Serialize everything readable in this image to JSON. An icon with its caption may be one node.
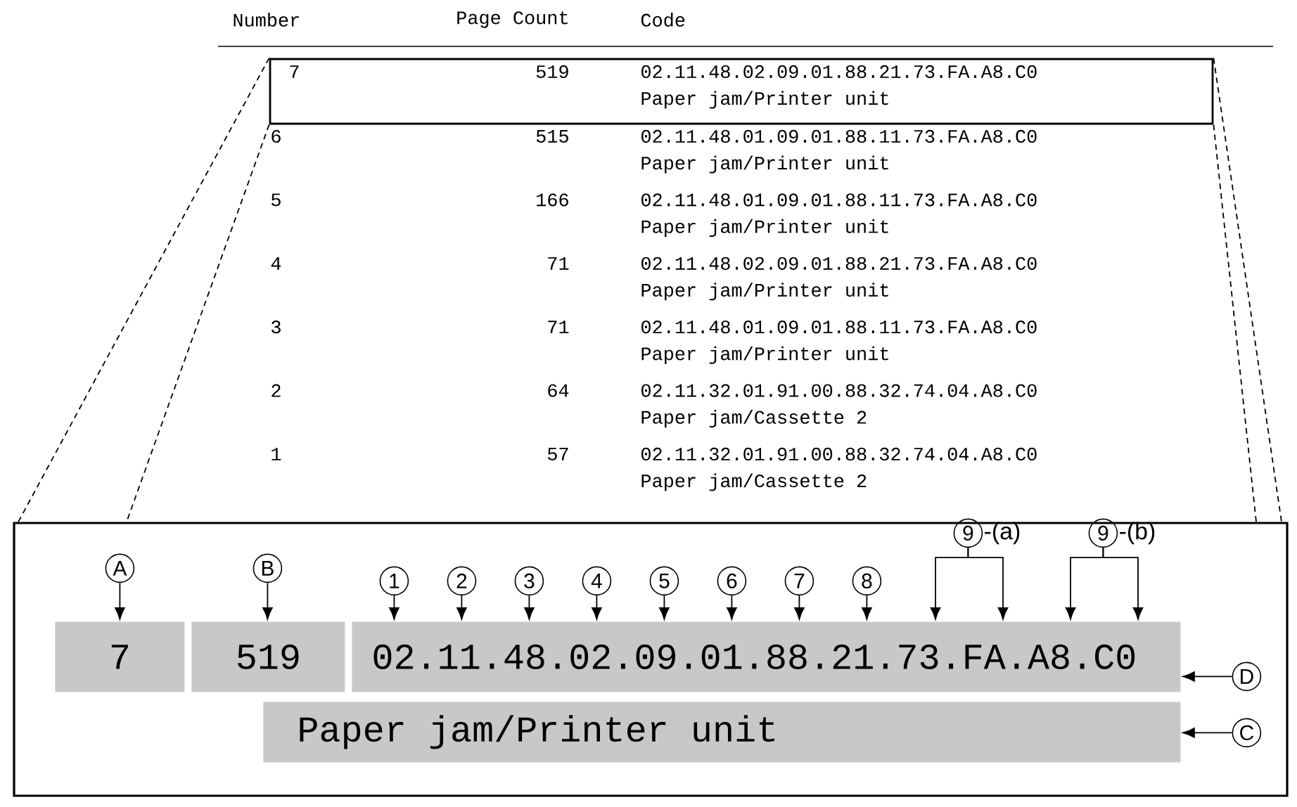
{
  "diagram": {
    "nodes": [
      {
        "text": [
          "7",
          "519",
          "02.11.48.02.09.01.88.21.73.FA.A8.C0",
          "Paper jam/Printer unit"
        ]
      },
      {
        "text": [],
        "shape": "box"
      },
      {
        "text": [
          "7"
        ],
        "in": 1
      },
      {
        "text": [
          "519"
        ],
        "in": 1
      },
      {
        "text": [
          "02.11.48.02.09.01.88.21.73.FA.A8.C0"
        ],
        "in": 1
      },
      {
        "text": [
          "Paper jam/Printer unit"
        ],
        "in": 1
      },
      {
        "text": [
          "A"
        ],
        "in": 1
      },
      {
        "text": [
          "B"
        ],
        "in": 1
      },
      {
        "text": [
          "1"
        ],
        "in": 1
      },
      {
        "text": [
          "2"
        ],
        "in": 1
      },
      {
        "text": [
          "3"
        ],
        "in": 1
      },
      {
        "text": [
          "4"
        ],
        "in": 1
      },
      {
        "text": [
          "5"
        ],
        "in": 1
      },
      {
        "text": [
          "6"
        ],
        "in": 1
      },
      {
        "text": [
          "7"
        ],
        "in": 1
      },
      {
        "text": [
          "8"
        ],
        "in": 1
      },
      {
        "text": [
          "9"
        ],
        "beside": [
          "-(a)"
        ],
        "in": 1
      },
      {
        "text": [
          "9"
        ],
        "beside": [
          "-(b)"
        ],
        "in": 1
      },
      {
        "text": [
          "D"
        ],
        "in": 1
      },
      {
        "text": [
          "C"
        ],
        "in": 1
      }
    ],
    "edges": [
      {
        "from": 0,
        "to": 1,
        "arrow": "none",
        "style": "dashed"
      },
      {
        "from": 0,
        "to": 1,
        "arrow": "none",
        "style": "dashed"
      },
      {
        "from": 0,
        "to": 1,
        "arrow": "none",
        "style": "dashed"
      },
      {
        "from": 0,
        "to": 1,
        "arrow": "none",
        "style": "dashed"
      },
      {
        "from": 6,
        "to": 2,
        "arrow": "to"
      },
      {
        "from": 7,
        "to": 3,
        "arrow": "to"
      },
      {
        "from": 8,
        "to": 4,
        "arrow": "to"
      },
      {
        "from": 9,
        "to": 4,
        "arrow": "to"
      },
      {
        "from": 10,
        "to": 4,
        "arrow": "to"
      },
      {
        "from": 11,
        "to": 4,
        "arrow": "to"
      },
      {
        "from": 12,
        "to": 4,
        "arrow": "to"
      },
      {
        "from": 13,
        "to": 4,
        "arrow": "to"
      },
      {
        "from": 14,
        "to": 4,
        "arrow": "to"
      },
      {
        "from": 15,
        "to": 4,
        "arrow": "to"
      },
      {
        "from": 16,
        "to": 4,
        "arrow": "to"
      },
      {
        "from": 16,
        "to": 4,
        "arrow": "to"
      },
      {
        "from": 17,
        "to": 4,
        "arrow": "to"
      },
      {
        "from": 17,
        "to": 4,
        "arrow": "to"
      },
      {
        "from": 18,
        "to": 4,
        "arrow": "to"
      },
      {
        "from": 19,
        "to": 5,
        "arrow": "to"
      }
    ],
    "labels": [
      "Number",
      "Page Count",
      "Code",
      "6",
      "515",
      "02.11.48.01.09.01.88.11.73.FA.A8.C0",
      "Paper jam/Printer unit",
      "5",
      "166",
      "02.11.48.01.09.01.88.11.73.FA.A8.C0",
      "Paper jam/Printer unit",
      "4",
      "71",
      "02.11.48.02.09.01.88.21.73.FA.A8.C0",
      "Paper jam/Printer unit",
      "3",
      "71",
      "02.11.48.01.09.01.88.11.73.FA.A8.C0",
      "Paper jam/Printer unit",
      "2",
      "64",
      "02.11.32.01.91.00.88.32.74.04.A8.C0",
      "Paper jam/Cassette 2",
      "1",
      "57",
      "02.11.32.01.91.00.88.32.74.04.A8.C0",
      "Paper jam/Cassette 2"
    ]
  }
}
